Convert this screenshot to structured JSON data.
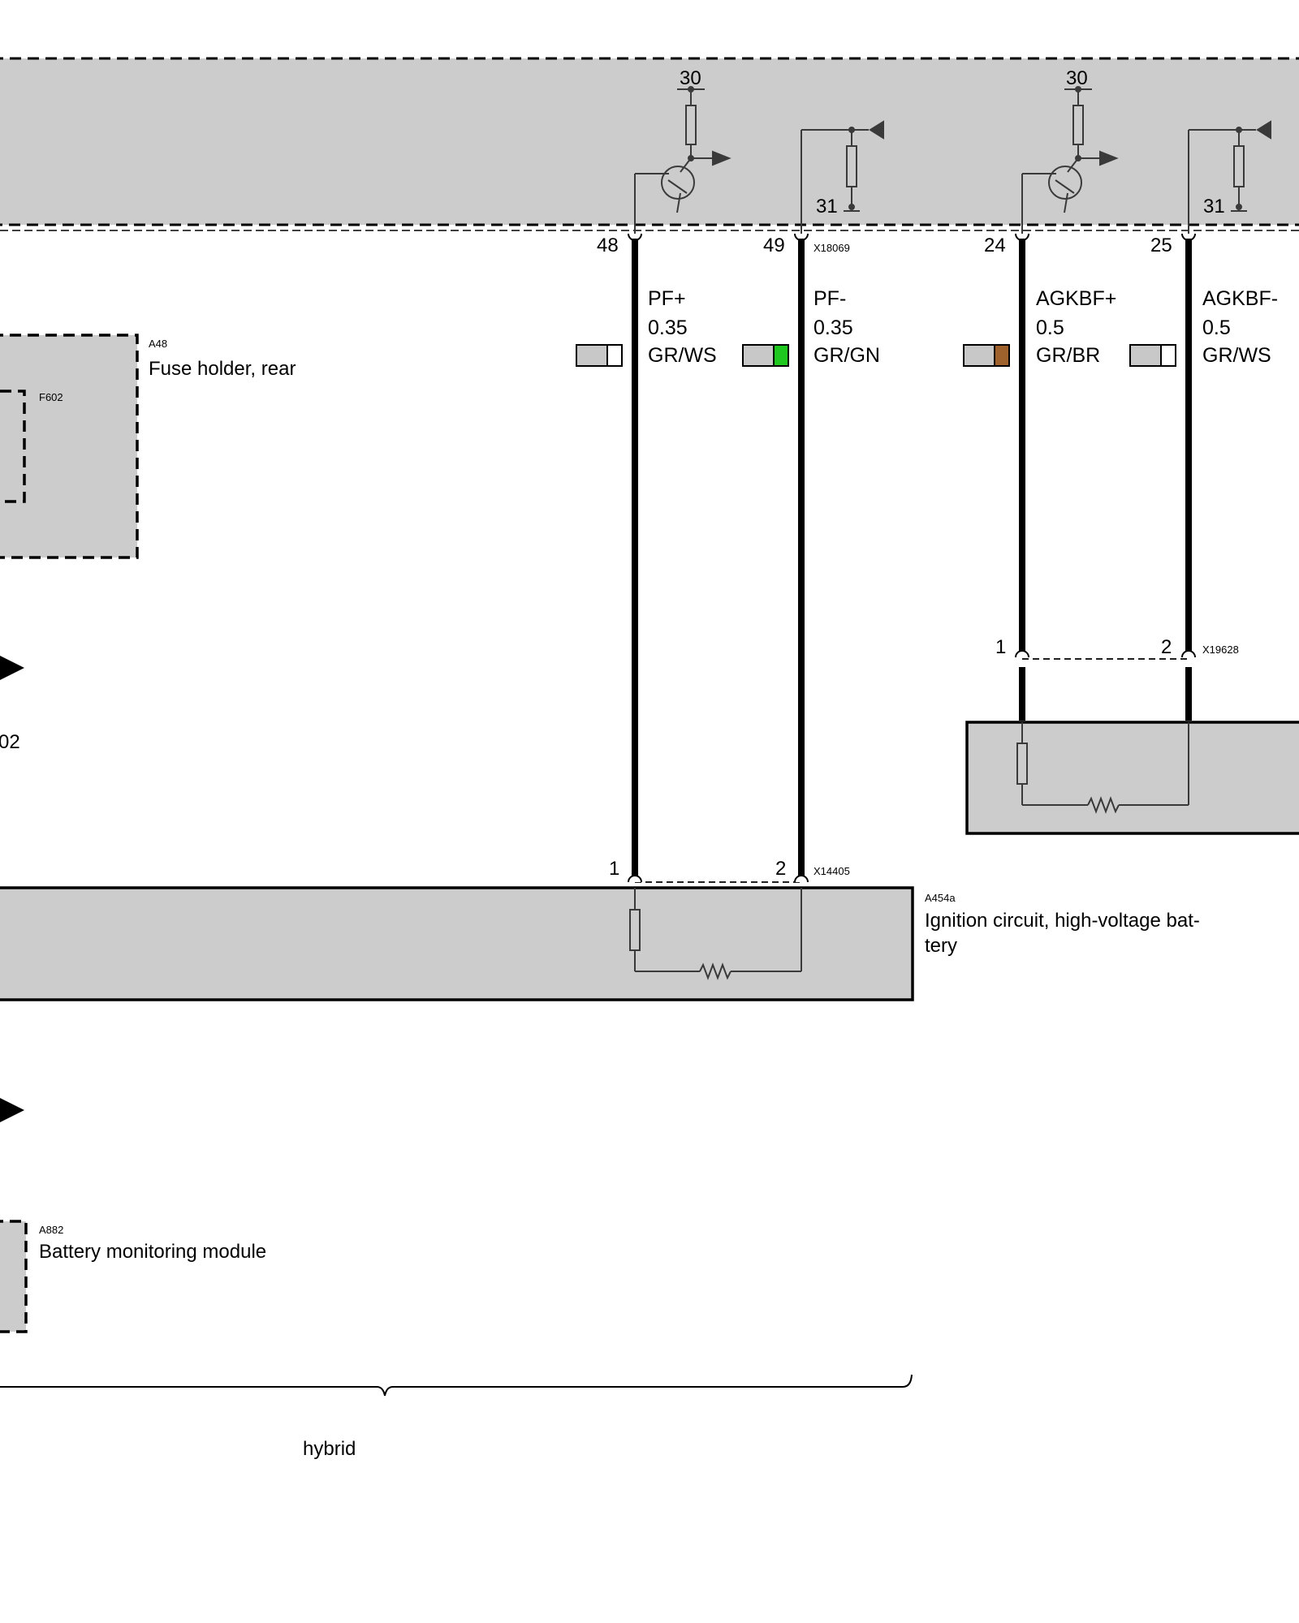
{
  "control_unit": {
    "supply_30_a": "30",
    "supply_30_b": "30",
    "ground_31_a": "31",
    "ground_31_b": "31",
    "pins": [
      "48",
      "49",
      "24",
      "25"
    ],
    "connector": "X18069"
  },
  "wires": [
    {
      "signal": "PF+",
      "size": "0.35",
      "color_code": "GR/WS",
      "swatch": [
        "#c8c8c8",
        "#ffffff"
      ]
    },
    {
      "signal": "PF-",
      "size": "0.35",
      "color_code": "GR/GN",
      "swatch": [
        "#c8c8c8",
        "#1fc81f"
      ]
    },
    {
      "signal": "AGKBF+",
      "size": "0.5",
      "color_code": "GR/BR",
      "swatch": [
        "#c8c8c8",
        "#a0622d"
      ]
    },
    {
      "signal": "AGKBF-",
      "size": "0.5",
      "color_code": "GR/WS",
      "swatch": [
        "#c8c8c8",
        "#ffffff"
      ]
    }
  ],
  "fuse_holder": {
    "id": "A48",
    "name": "Fuse holder, rear",
    "fuse": "F602"
  },
  "left_fragment": {
    "text": "02"
  },
  "squib_connector": {
    "id": "X19628",
    "pin1": "1",
    "pin2": "2"
  },
  "ignition_circuit": {
    "id": "A454a",
    "name_line1": "Ignition circuit, high-voltage bat-",
    "name_line2": "tery",
    "connector": "X14405",
    "pin1": "1",
    "pin2": "2"
  },
  "battery_monitor": {
    "id": "A882",
    "name": "Battery monitoring module"
  },
  "group_label": "hybrid",
  "colors": {
    "module_fill": "#cccccc",
    "line": "#000000",
    "component_line": "#3a3a3a"
  }
}
